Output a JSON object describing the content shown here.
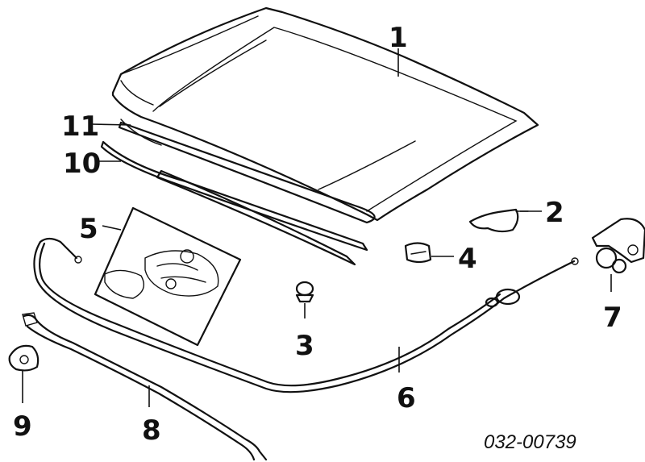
{
  "callouts": {
    "c1": "1",
    "c2": "2",
    "c3": "3",
    "c4": "4",
    "c5": "5",
    "c6": "6",
    "c7": "7",
    "c8": "8",
    "c9": "9",
    "c10": "10",
    "c11": "11"
  },
  "diagram_code": "032-00739",
  "colors": {
    "ink": "#111111",
    "background": "#ffffff"
  }
}
